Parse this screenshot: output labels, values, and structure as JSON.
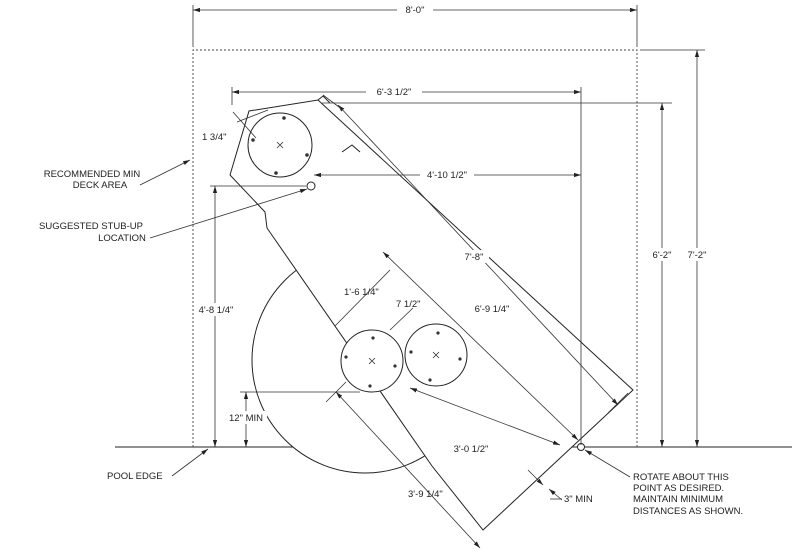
{
  "dimensions": {
    "overall_width": "8'-0\"",
    "spa_offset_x": "6'-3 1/2\"",
    "stub_offset_x": "4'-10 1/2\"",
    "hole_offset": "1 3/4\"",
    "spa_length": "7'-8\"",
    "diagonal_offset": "6'-9 1/4\"",
    "spa_offset_y": "6'-2\"",
    "overall_depth": "7'-2\"",
    "stub_height": "4'-8 1/4\"",
    "min_clearance": "12\" MIN",
    "circle_offset": "1'-6 1/4\"",
    "circle_spacing": "7 1/2\"",
    "pivot_distance": "3'-0 1/2\"",
    "circle_radius": "3'-9 1/4\"",
    "edge_min": "3\" MIN"
  },
  "labels": {
    "deck_area": [
      "RECOMMENDED MIN",
      "DECK AREA"
    ],
    "stub_up": [
      "SUGGESTED STUB-UP",
      "LOCATION"
    ],
    "pool_edge": "POOL EDGE",
    "rotate_note": [
      "ROTATE ABOUT THIS",
      "POINT AS DESIRED.",
      "MAINTAIN MINIMUM",
      "DISTANCES AS SHOWN."
    ]
  },
  "colors": {
    "line": "#222222",
    "background": "#ffffff"
  }
}
